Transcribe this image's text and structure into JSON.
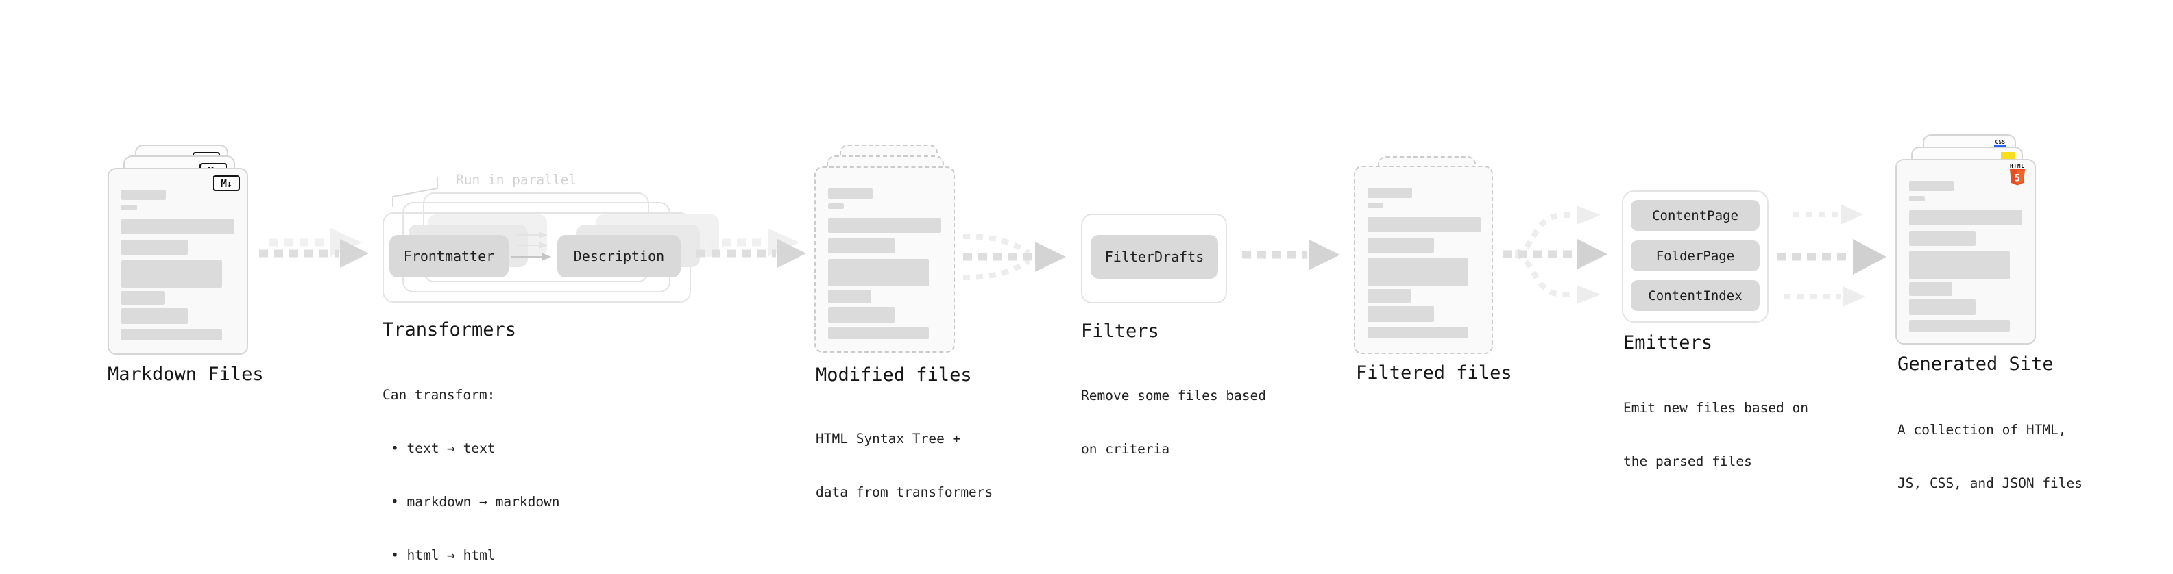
{
  "colors": {
    "background": "#ffffff",
    "card_border": "#d5d5d5",
    "bar_gray": "#dbdbdb",
    "chip_gray": "#d9d9d9",
    "arrow_gray": "#d6d6d6",
    "html5_orange": "#e44d26",
    "js_yellow": "#f7df1e",
    "css_blue": "#2965f1"
  },
  "icons": {
    "markdown_badge": "markdown-icon",
    "html5_shield": "html5-icon",
    "css_logo": "css-badge-icon",
    "js_logo": "js-badge-icon"
  },
  "stations": {
    "markdown": {
      "caption": "Markdown Files",
      "badge": "M↓"
    },
    "transformers": {
      "caption": "Transformers",
      "note": "Run in parallel",
      "box1": "Frontmatter",
      "box2": "Description",
      "desc_title": "Can transform:",
      "bullets": [
        "• text → text",
        "• markdown → markdown",
        "• html → html"
      ]
    },
    "modified": {
      "caption": "Modified files",
      "desc": [
        "HTML Syntax Tree +",
        "data from transformers"
      ]
    },
    "filters": {
      "caption": "Filters",
      "box": "FilterDrafts",
      "desc": [
        "Remove some files based",
        "on criteria"
      ]
    },
    "filtered": {
      "caption": "Filtered files"
    },
    "emitters": {
      "caption": "Emitters",
      "boxes": [
        "ContentPage",
        "FolderPage",
        "ContentIndex"
      ],
      "desc": [
        "Emit new files based on",
        "the parsed files"
      ]
    },
    "generated": {
      "caption": "Generated Site",
      "css_label": "CSS",
      "html_label": "HTML",
      "html_number": "5",
      "desc": [
        "A collection of HTML,",
        "JS, CSS, and JSON files"
      ]
    }
  }
}
